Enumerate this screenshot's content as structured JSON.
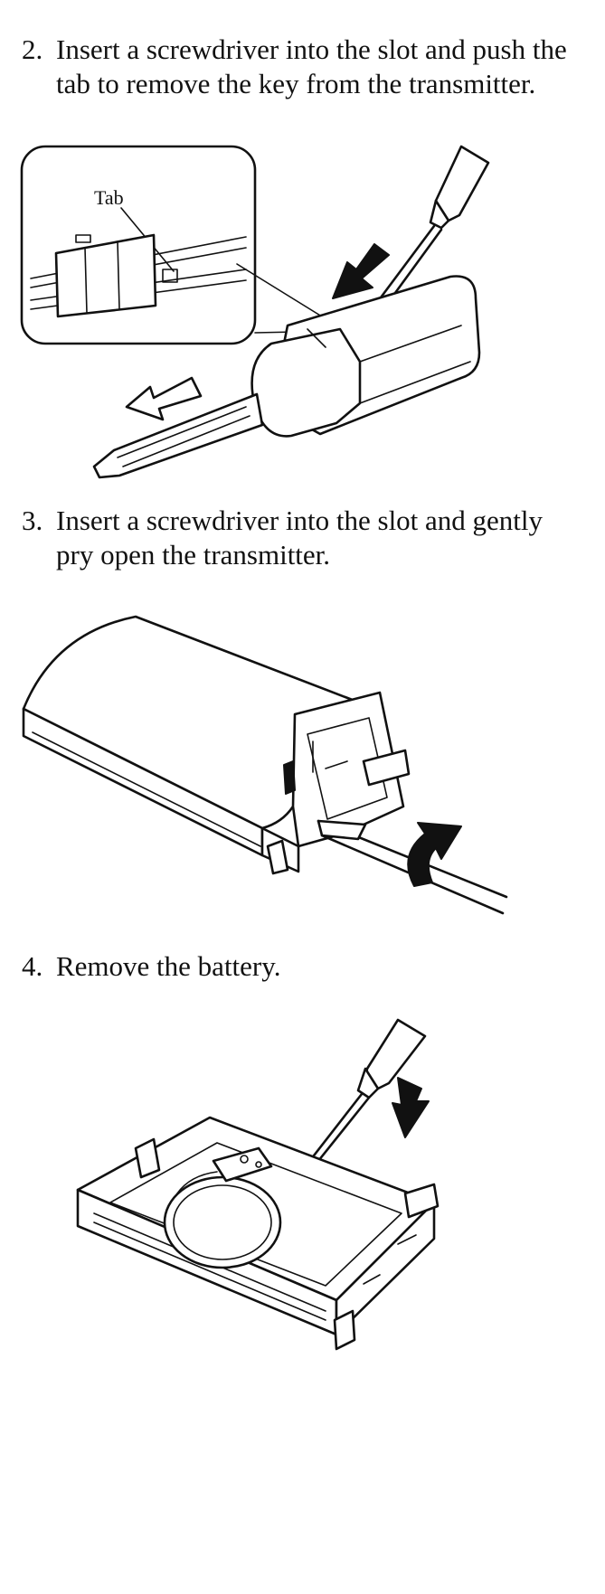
{
  "steps": [
    {
      "number": "2.",
      "text": "Insert a screwdriver into the slot and push the tab to remove the key from the transmitter."
    },
    {
      "number": "3.",
      "text": "Insert a screwdriver into the slot and gently pry open the transmitter."
    },
    {
      "number": "4.",
      "text": "Remove the battery."
    }
  ],
  "figures": {
    "key_removal": {
      "callout_label": "Tab"
    }
  }
}
